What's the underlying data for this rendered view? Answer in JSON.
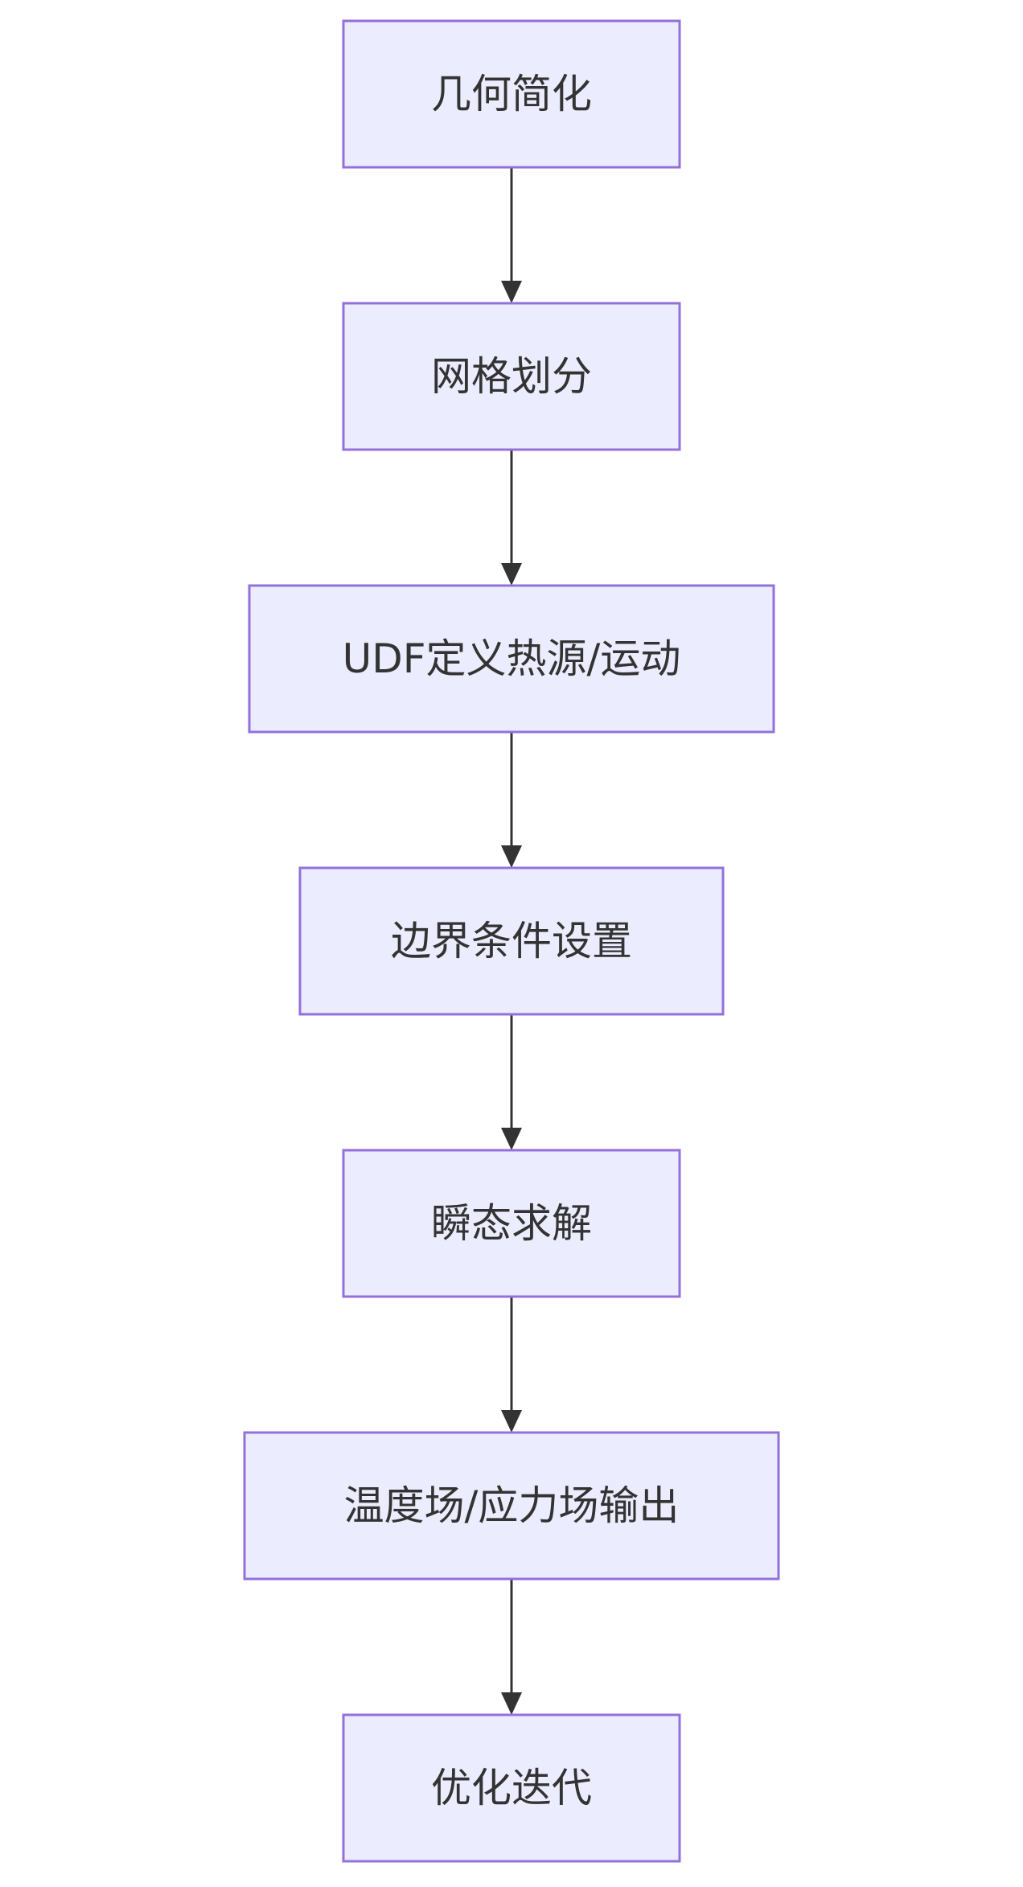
{
  "flowchart": {
    "direction": "top-to-bottom",
    "colors": {
      "node_fill": "#ececff",
      "node_border": "#9370db",
      "edge": "#333333",
      "text": "#333333"
    },
    "nodes": [
      {
        "id": "geometry-simplification",
        "label": "几何简化"
      },
      {
        "id": "mesh-generation",
        "label": "网格划分"
      },
      {
        "id": "udf-definition",
        "label": "UDF定义热源/运动"
      },
      {
        "id": "boundary-conditions",
        "label": "边界条件设置"
      },
      {
        "id": "transient-solve",
        "label": "瞬态求解"
      },
      {
        "id": "field-output",
        "label": "温度场/应力场输出"
      },
      {
        "id": "optimization-iteration",
        "label": "优化迭代"
      }
    ],
    "edges": [
      {
        "from": "geometry-simplification",
        "to": "mesh-generation"
      },
      {
        "from": "mesh-generation",
        "to": "udf-definition"
      },
      {
        "from": "udf-definition",
        "to": "boundary-conditions"
      },
      {
        "from": "boundary-conditions",
        "to": "transient-solve"
      },
      {
        "from": "transient-solve",
        "to": "field-output"
      },
      {
        "from": "field-output",
        "to": "optimization-iteration"
      }
    ]
  }
}
